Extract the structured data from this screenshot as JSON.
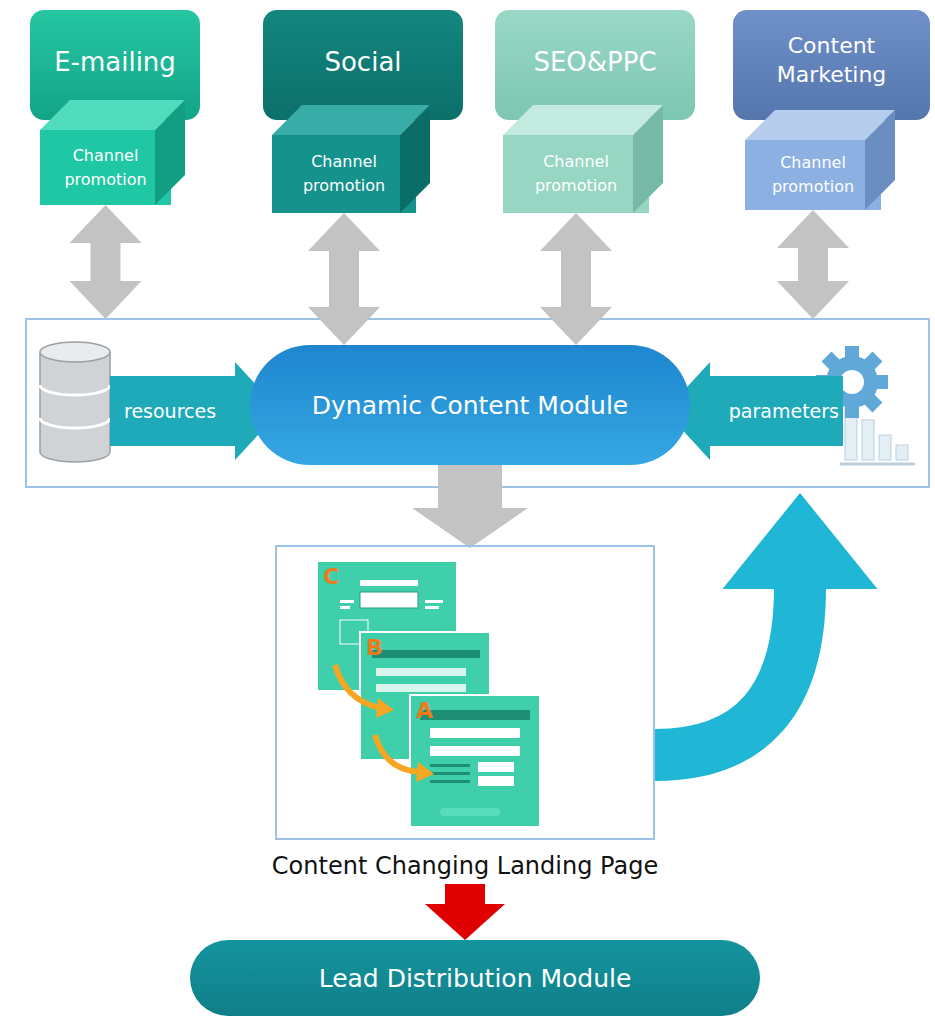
{
  "diagram": {
    "nodes": [
      {
        "text": [
          "E-mailing"
        ]
      },
      {
        "text": [
          "Channel promotion"
        ]
      },
      {
        "text": [
          "Social"
        ]
      },
      {
        "text": [
          "Channel promotion"
        ]
      },
      {
        "text": [
          "SEO&PPC"
        ]
      },
      {
        "text": [
          "Channel promotion"
        ]
      },
      {
        "text": [
          "Content Marketing"
        ]
      },
      {
        "text": [
          "Channel promotion"
        ]
      },
      {
        "text": [
          "resources"
        ]
      },
      {
        "text": [
          "Dynamic Content Module"
        ]
      },
      {
        "text": [
          "parameters"
        ]
      },
      {
        "text": [
          "Content Changing Landing Page"
        ]
      },
      {
        "text": [
          "Lead Distribution Module"
        ]
      }
    ],
    "edges": [
      {
        "from": 1,
        "to": 9,
        "arrow": "both"
      },
      {
        "from": 3,
        "to": 9,
        "arrow": "both"
      },
      {
        "from": 5,
        "to": 9,
        "arrow": "both"
      },
      {
        "from": 7,
        "to": 9,
        "arrow": "both"
      },
      {
        "from": 9,
        "to": 11,
        "arrow": "to"
      },
      {
        "from": 11,
        "to": 9,
        "arrow": "to"
      },
      {
        "from": 11,
        "to": 12,
        "arrow": "to"
      }
    ],
    "labels": [
      "C",
      "B",
      "A"
    ]
  }
}
